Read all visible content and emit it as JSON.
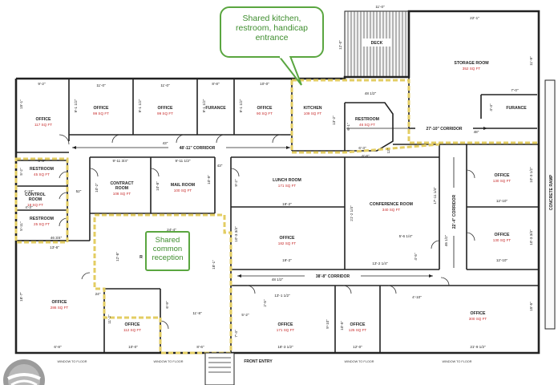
{
  "annotations": {
    "kitchen_note": [
      "Shared kitchen,",
      "restroom, handicap",
      "entrance"
    ],
    "reception_note": [
      "Shared",
      "common",
      "reception"
    ]
  },
  "rooms": {
    "office_nw": {
      "name": "OFFICE",
      "area": "117 SQ FT"
    },
    "office_2": {
      "name": "OFFICE",
      "area": "99 SQ FT"
    },
    "office_3": {
      "name": "OFFICE",
      "area": "99 SQ FT"
    },
    "furance_1": {
      "name": "FURANCE"
    },
    "office_4": {
      "name": "OFFICE",
      "area": "90 SQ FT"
    },
    "kitchen": {
      "name": "KITCHEN",
      "area": "109 SQ FT"
    },
    "restroom_ne": {
      "name": "RESTROOM",
      "area": "46 SQ FT"
    },
    "deck": {
      "name": "DECK"
    },
    "storage": {
      "name": "STORAGE ROOM",
      "area": "352 SQ FT"
    },
    "furance_2": {
      "name": "FURANCE"
    },
    "restroom_w1": {
      "name": "RESTROOM",
      "area": "45 SQ FT"
    },
    "control": {
      "name": "CONTROL",
      "name2": "ROOM",
      "area": "18 SQ FT"
    },
    "restroom_w2": {
      "name": "RESTROOM",
      "area": "25 SQ FT"
    },
    "contract": {
      "name": "CONTRACT",
      "name2": "ROOM",
      "area": "108 SQ FT"
    },
    "mail": {
      "name": "MAIL ROOM",
      "area": "100 SQ FT"
    },
    "lunch": {
      "name": "LUNCH ROOM",
      "area": "171 SQ FT"
    },
    "conference": {
      "name": "CONFERENCE ROOM",
      "area": "340 SQ FT"
    },
    "office_e1": {
      "name": "OFFICE",
      "area": "130 SQ FT"
    },
    "office_e2": {
      "name": "OFFICE",
      "area": "130 SQ FT"
    },
    "office_182": {
      "name": "OFFICE",
      "area": "182 SQ FT"
    },
    "office_286": {
      "name": "OFFICE",
      "area": "286 SQ FT"
    },
    "office_112": {
      "name": "OFFICE",
      "area": "112 SQ FT"
    },
    "office_171": {
      "name": "OFFICE",
      "area": "171 SQ FT"
    },
    "office_125": {
      "name": "OFFICE",
      "area": "125 SQ FT"
    },
    "office_300": {
      "name": "OFFICE",
      "area": "300 SQ FT"
    },
    "reception_partial": {
      "name": "R"
    }
  },
  "corridors": {
    "main": "48'-11\" CORRIDOR",
    "ne": "27'-10\" CORRIDOR",
    "south": "38'-8\" CORRIDOR",
    "east_vertical": "22'-4\" CORRIDOR"
  },
  "front_entry": "FRONT ENTRY",
  "concrete_ramp": "CONCRETE RAMP",
  "window_label": "WINDOW TO FLOOR",
  "dimensions": {
    "d_11_0_top": "11'-0\"",
    "d_22_1": "22'-1\"",
    "d_12_0": "12'-0\"",
    "d_9_2": "9'-2\"",
    "d_11_0_a": "11'-0\"",
    "d_11_0_b": "11'-0\"",
    "d_8_8": "8'-8\"",
    "d_10_0": "10'-0\"",
    "d_15_1": "15'-1\"",
    "d_9_1_5a": "9'-1 1/2\"",
    "d_9_1_5b": "9'-1 1/2\"",
    "d_9_1_5c": "9'-1 1/2\"",
    "d_9_1_5d": "9'-1 1/2\"",
    "d_48_5": "48 1/2\"",
    "d_13_2": "13'-2\"",
    "d_6_1": "6'-1\"",
    "d_6_3": "6'-3\"",
    "d_6_8": "6'-8\"",
    "d_7_0": "7'-0\"",
    "d_11_9": "11'-9\"",
    "d_4_4": "4'-4\"",
    "d_48_r": "48\"",
    "d_12_r": "12\"",
    "d_43": "43\"",
    "d_43b": "43\"",
    "d_9_11_75": "9'-11 3/4\"",
    "d_9_11_5": "9'-11 1/2\"",
    "d_10_2": "10'-2\"",
    "d_10_8": "10'-8\"",
    "d_10_9": "10'-9\"",
    "d_9_2b": "9'-2\"",
    "d_19_2": "19'-2\"",
    "d_21_2_25": "21'-2 1/4\"",
    "d_17_11_25": "17'-11 1/4\"",
    "d_10_3_5": "10'-3 1/2\"",
    "d_12_10a": "12'-10\"",
    "d_10_3_75": "10'-3 3/4\"",
    "d_12_10b": "12'-10\"",
    "d_6_8w": "6'-8\"",
    "d_5_2": "5'-2\"",
    "d_4_10": "4'-10\"",
    "d_4_3": "4'-3\"",
    "d_5_11": "5'-11\"",
    "d_52": "52\"",
    "d_46_75": "46 3/4\"",
    "d_13_6": "13'-6\"",
    "d_24_4": "24'-4\"",
    "d_12_8": "12'-8\"",
    "d_18_1": "18'-1\"",
    "d_10_3_75b": "10'-3 3/4\"",
    "d_19_2b": "19'-2\"",
    "d_13_2_25": "13'-2 1/4\"",
    "d_5_6_25": "5'-6 1/4\"",
    "d_4_5": "4'-5\"",
    "d_46_5": "46 1/2\"",
    "d_48_5b": "48 1/2\"",
    "d_13_1_5": "13'-1 1/2\"",
    "d_4_10b": "4'-10\"",
    "d_2_5": "2'-5\"",
    "d_5_2b": "5'-2\"",
    "d_7_4": "7'-4\"",
    "d_18_7": "18'-7\"",
    "d_24": "24\"",
    "d_11_2": "11'-2\"",
    "d_11_8": "11'-8\"",
    "d_6_9": "6'-9\"",
    "d_8_6": "8'-6\"",
    "d_9_10": "9'-10\"",
    "d_10_5": "10'-5\"",
    "d_15_5": "15'-5\"",
    "d_6_8b": "6'-8\"",
    "d_10_0b": "10'-0\"",
    "d_18_3_5": "18'-3 1/2\"",
    "d_12_0b": "12'-0\"",
    "d_21_9_5": "21'-9 1/2\""
  },
  "colors": {
    "wall": "#222222",
    "shared_outline": "#e3cd63",
    "annotation": "#5aa640",
    "area_text": "#c62828"
  }
}
